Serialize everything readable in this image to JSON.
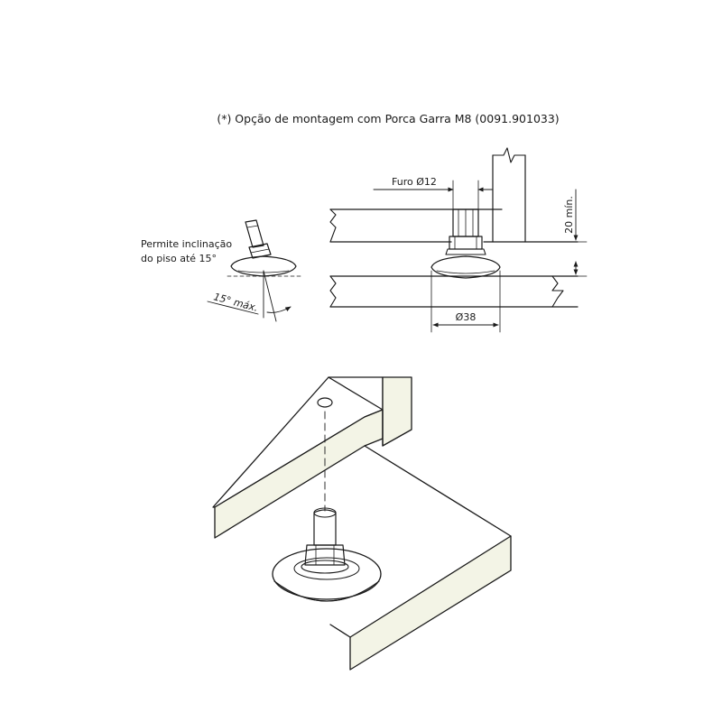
{
  "title": "(*) Opção de montagem com Porca Garra M8 (0091.901033)",
  "labels": {
    "incline_line1": "Permite inclinação",
    "incline_line2": "do piso até 15°",
    "angle": "15° máx.",
    "hole": "Furo Ø12",
    "min_thickness": "20 mín.",
    "base_diameter": "Ø38"
  },
  "colors": {
    "line": "#1a1a1a",
    "board_fill": "#f3f4e6",
    "background": "#ffffff"
  }
}
